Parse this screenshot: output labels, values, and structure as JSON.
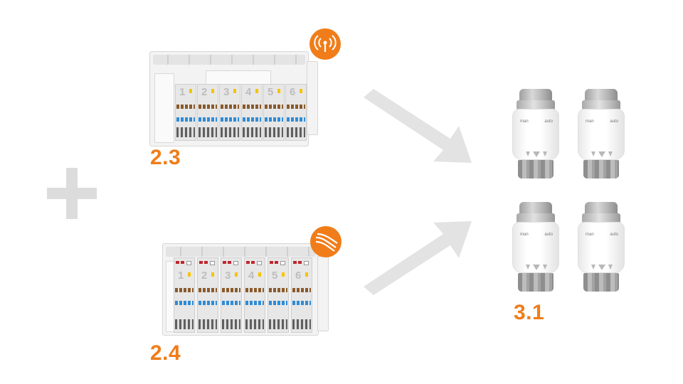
{
  "labels": {
    "wireless_controller": "2.3",
    "wired_controller": "2.4",
    "thermostat_heads": "3.1"
  },
  "icons": {
    "plus": "plus-icon",
    "wireless_badge": "antenna-signal-icon",
    "wired_badge": "cable-icon",
    "arrow_top": "arrow-right-down-icon",
    "arrow_bottom": "arrow-right-up-icon"
  },
  "controller_channels": [
    "1",
    "2",
    "3",
    "4",
    "5",
    "6"
  ],
  "head_dial_text": {
    "left": "man",
    "right": "auto"
  },
  "colors": {
    "accent": "#f07d19",
    "arrow": "#e3e3e3",
    "plus": "#dcdcdc"
  }
}
